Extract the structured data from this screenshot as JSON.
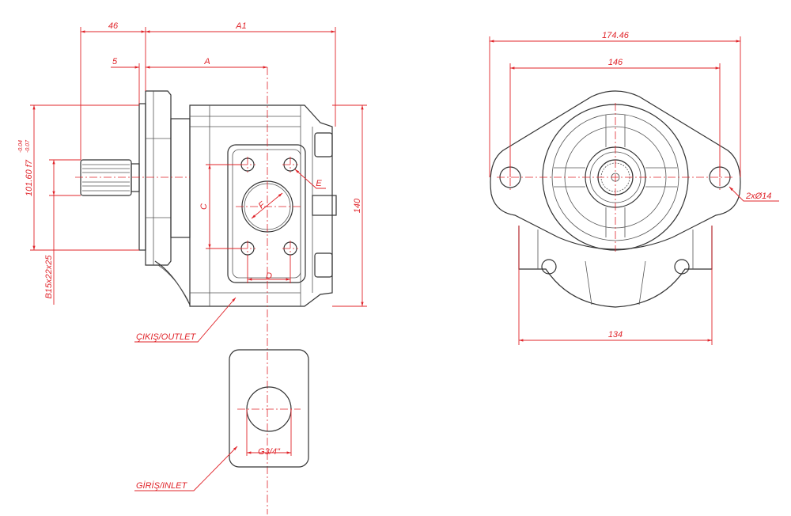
{
  "side_view": {
    "dim_shaft_length": "46",
    "dim_a1": "A1",
    "dim_offset": "5",
    "dim_a": "A",
    "dim_pilot": "101.60 f7",
    "dim_pilot_tol_upper": "-0.04",
    "dim_pilot_tol_lower": "-0.07",
    "dim_spline": "B15x22x25",
    "dim_c": "C",
    "dim_d": "D",
    "dim_e": "E",
    "dim_f": "F",
    "dim_height": "140",
    "outlet_label": "ÇIKIŞ/OUTLET"
  },
  "inlet_view": {
    "port_thread": "G3/4\"",
    "inlet_label": "GİRİŞ/INLET"
  },
  "front_view": {
    "dim_overall_width": "174.46",
    "dim_hole_spacing": "146",
    "dim_body_width": "134",
    "dim_holes": "2xØ14"
  },
  "colors": {
    "dimension": "#e0242a",
    "outline": "#333333"
  }
}
